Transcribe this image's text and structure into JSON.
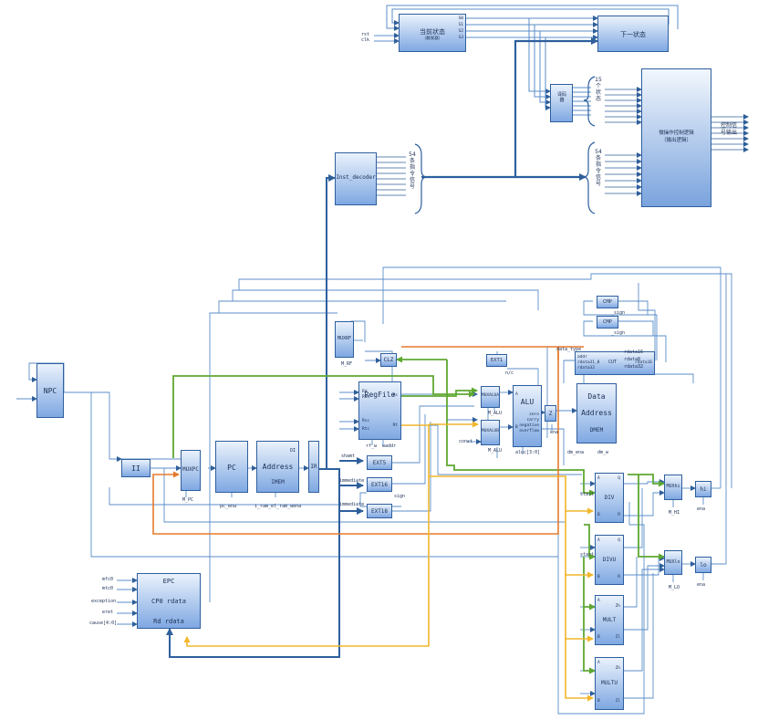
{
  "fsm": {
    "current_state": "当前状态",
    "current_state_sub": "（触发器）",
    "state_bits": [
      "S0",
      "S1",
      "S2",
      "S3"
    ],
    "next_state": "下一状态",
    "rst": "rst",
    "clk": "clk",
    "decoder": "译码器",
    "states_label": "15个状态",
    "ctrl_logic": "微操作控制逻辑",
    "ctrl_logic_sub": "（输出逻辑）",
    "ctrl_out": "控制信号输出",
    "instr_label": "54条指令信号"
  },
  "datapath": {
    "inst_decoder": "Inst_decoder",
    "instr_label": "54条指令信号",
    "npc": "NPC",
    "ii": "II",
    "mux_pc": "MUXPC",
    "m_pc": "M_PC",
    "pc": "PC",
    "pc_ena": "pc_ena",
    "imem_addr": "Address",
    "imem": "IMEM",
    "imem_port": "DI",
    "imem_ena": "i_ram_el_ram_wena",
    "ir": "IR",
    "mux_rf": "MUXRF",
    "m_rf": "M_RF",
    "clz": "CLZ",
    "regfile": "RegFile",
    "rf_ports": [
      "Rd",
      "Rdc",
      "Rs",
      "Rsc",
      "Rtc",
      "Rt"
    ],
    "rf_w": "rf_w",
    "waddr": "waddr",
    "ext1": "EXT1",
    "nc": "n/c",
    "ext5": "EXT5",
    "ext16": "EXT16",
    "ext18": "EXT18",
    "shamt": "shamt",
    "immediate": "immediate",
    "sign": "sign",
    "mux_alu_a": "MUXALUA",
    "mux_alu_b": "MUXALUB",
    "m_alu": "M_ALU",
    "const": "const",
    "alu": "ALU",
    "alu_a": "A",
    "alu_b": "B",
    "alu_flags": [
      "zero",
      "carry",
      "negative",
      "overflow"
    ],
    "aluc": "aluc[3:0]",
    "z": "Z",
    "ena": "ena",
    "dmem_data": "Data",
    "dmem_addr": "Address",
    "dmem": "DMEM",
    "dm_ena": "dm_ena",
    "dm_w": "dm_w",
    "cut": "CUT",
    "data_type": "data_type",
    "cut_ports": [
      "addr",
      "rdata31_0",
      "rdata32"
    ],
    "rdata_ports": [
      "rdata16",
      "rdata8",
      "rdata32"
    ],
    "ext_mux": "rdata16",
    "cmp_a": "CMP",
    "cmp_b": "CMP",
    "sign_a": "_sign",
    "sign_b": "_sign",
    "div": "DIV",
    "divu": "DIVU",
    "mult": "MULT",
    "multu": "MULTU",
    "div_ports": [
      "A",
      "B",
      "Q",
      "R"
    ],
    "mult_ports": [
      "A",
      "B",
      "Zh",
      "Zl"
    ],
    "start": "start",
    "mux_hi": "MUXhi",
    "mux_lo": "MUXlo",
    "m_hi": "M_HI",
    "m_lo": "M_LO",
    "hi": "hi",
    "lo": "lo",
    "cp0_epc": "EPC",
    "cp0_rdata": "CP0 rdata",
    "cp0_rd": "Rd rdata",
    "cp0_inputs": [
      "mfc0",
      "mtc0",
      "exception",
      "eret",
      "cause[4:0]"
    ]
  },
  "colors": {
    "wire": "#5b8ec9",
    "wire_dark": "#2f5f9a",
    "bus": "#2e5f9e",
    "green": "#5ea832",
    "orange": "#e57a2c",
    "yellow": "#f2b62b",
    "block_top": "#eaf2fc",
    "block_bottom": "#7fa8e2"
  }
}
